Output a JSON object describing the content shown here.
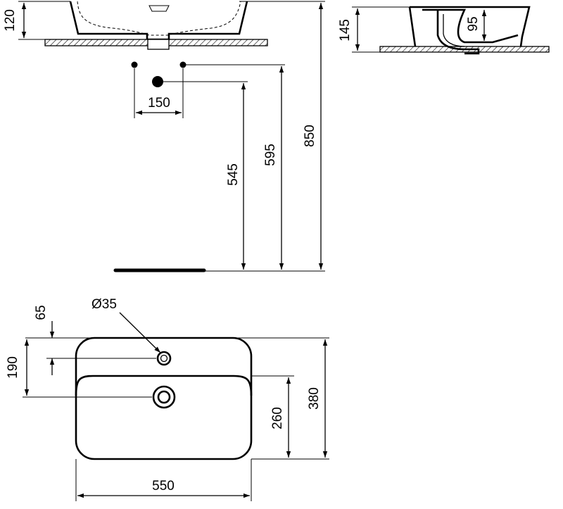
{
  "drawing": {
    "front_view": {
      "basin_height": "120",
      "tap_hole_spacing": "150",
      "waste_height": "545",
      "supply_height": "595",
      "basin_top_height": "850"
    },
    "side_view": {
      "height": "145",
      "bowl_depth": "95"
    },
    "plan_view": {
      "tap_hole_diameter": "Ø35",
      "tap_hole_offset": "65",
      "waste_offset": "190",
      "bowl_depth": "260",
      "overall_depth": "380",
      "width": "550"
    }
  }
}
